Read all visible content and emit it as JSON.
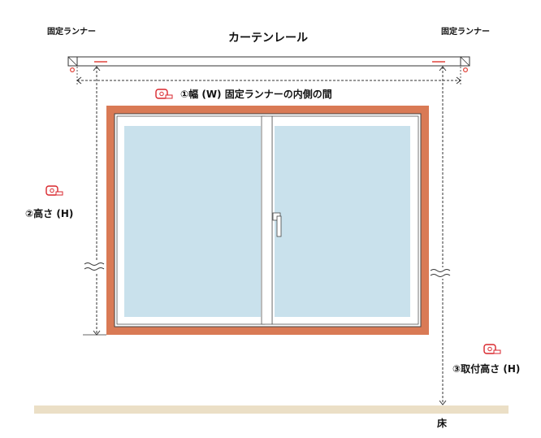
{
  "diagram": {
    "runner_label": "固定ランナー",
    "rail_label": "カーテンレール",
    "width_label": "①幅 (W) 固定ランナーの内側の間",
    "height_label": "②高さ (H)",
    "mount_height_label": "③取付高さ (H)",
    "floor_label": "床"
  },
  "colors": {
    "frame": "#d97a55",
    "glass": "#c9e1ec",
    "floor": "#ebdfc6",
    "tape_icon": "#d9262c",
    "runner_marker": "#e0433a"
  },
  "icons": [
    "tape-measure-icon",
    "wave-break-icon"
  ]
}
